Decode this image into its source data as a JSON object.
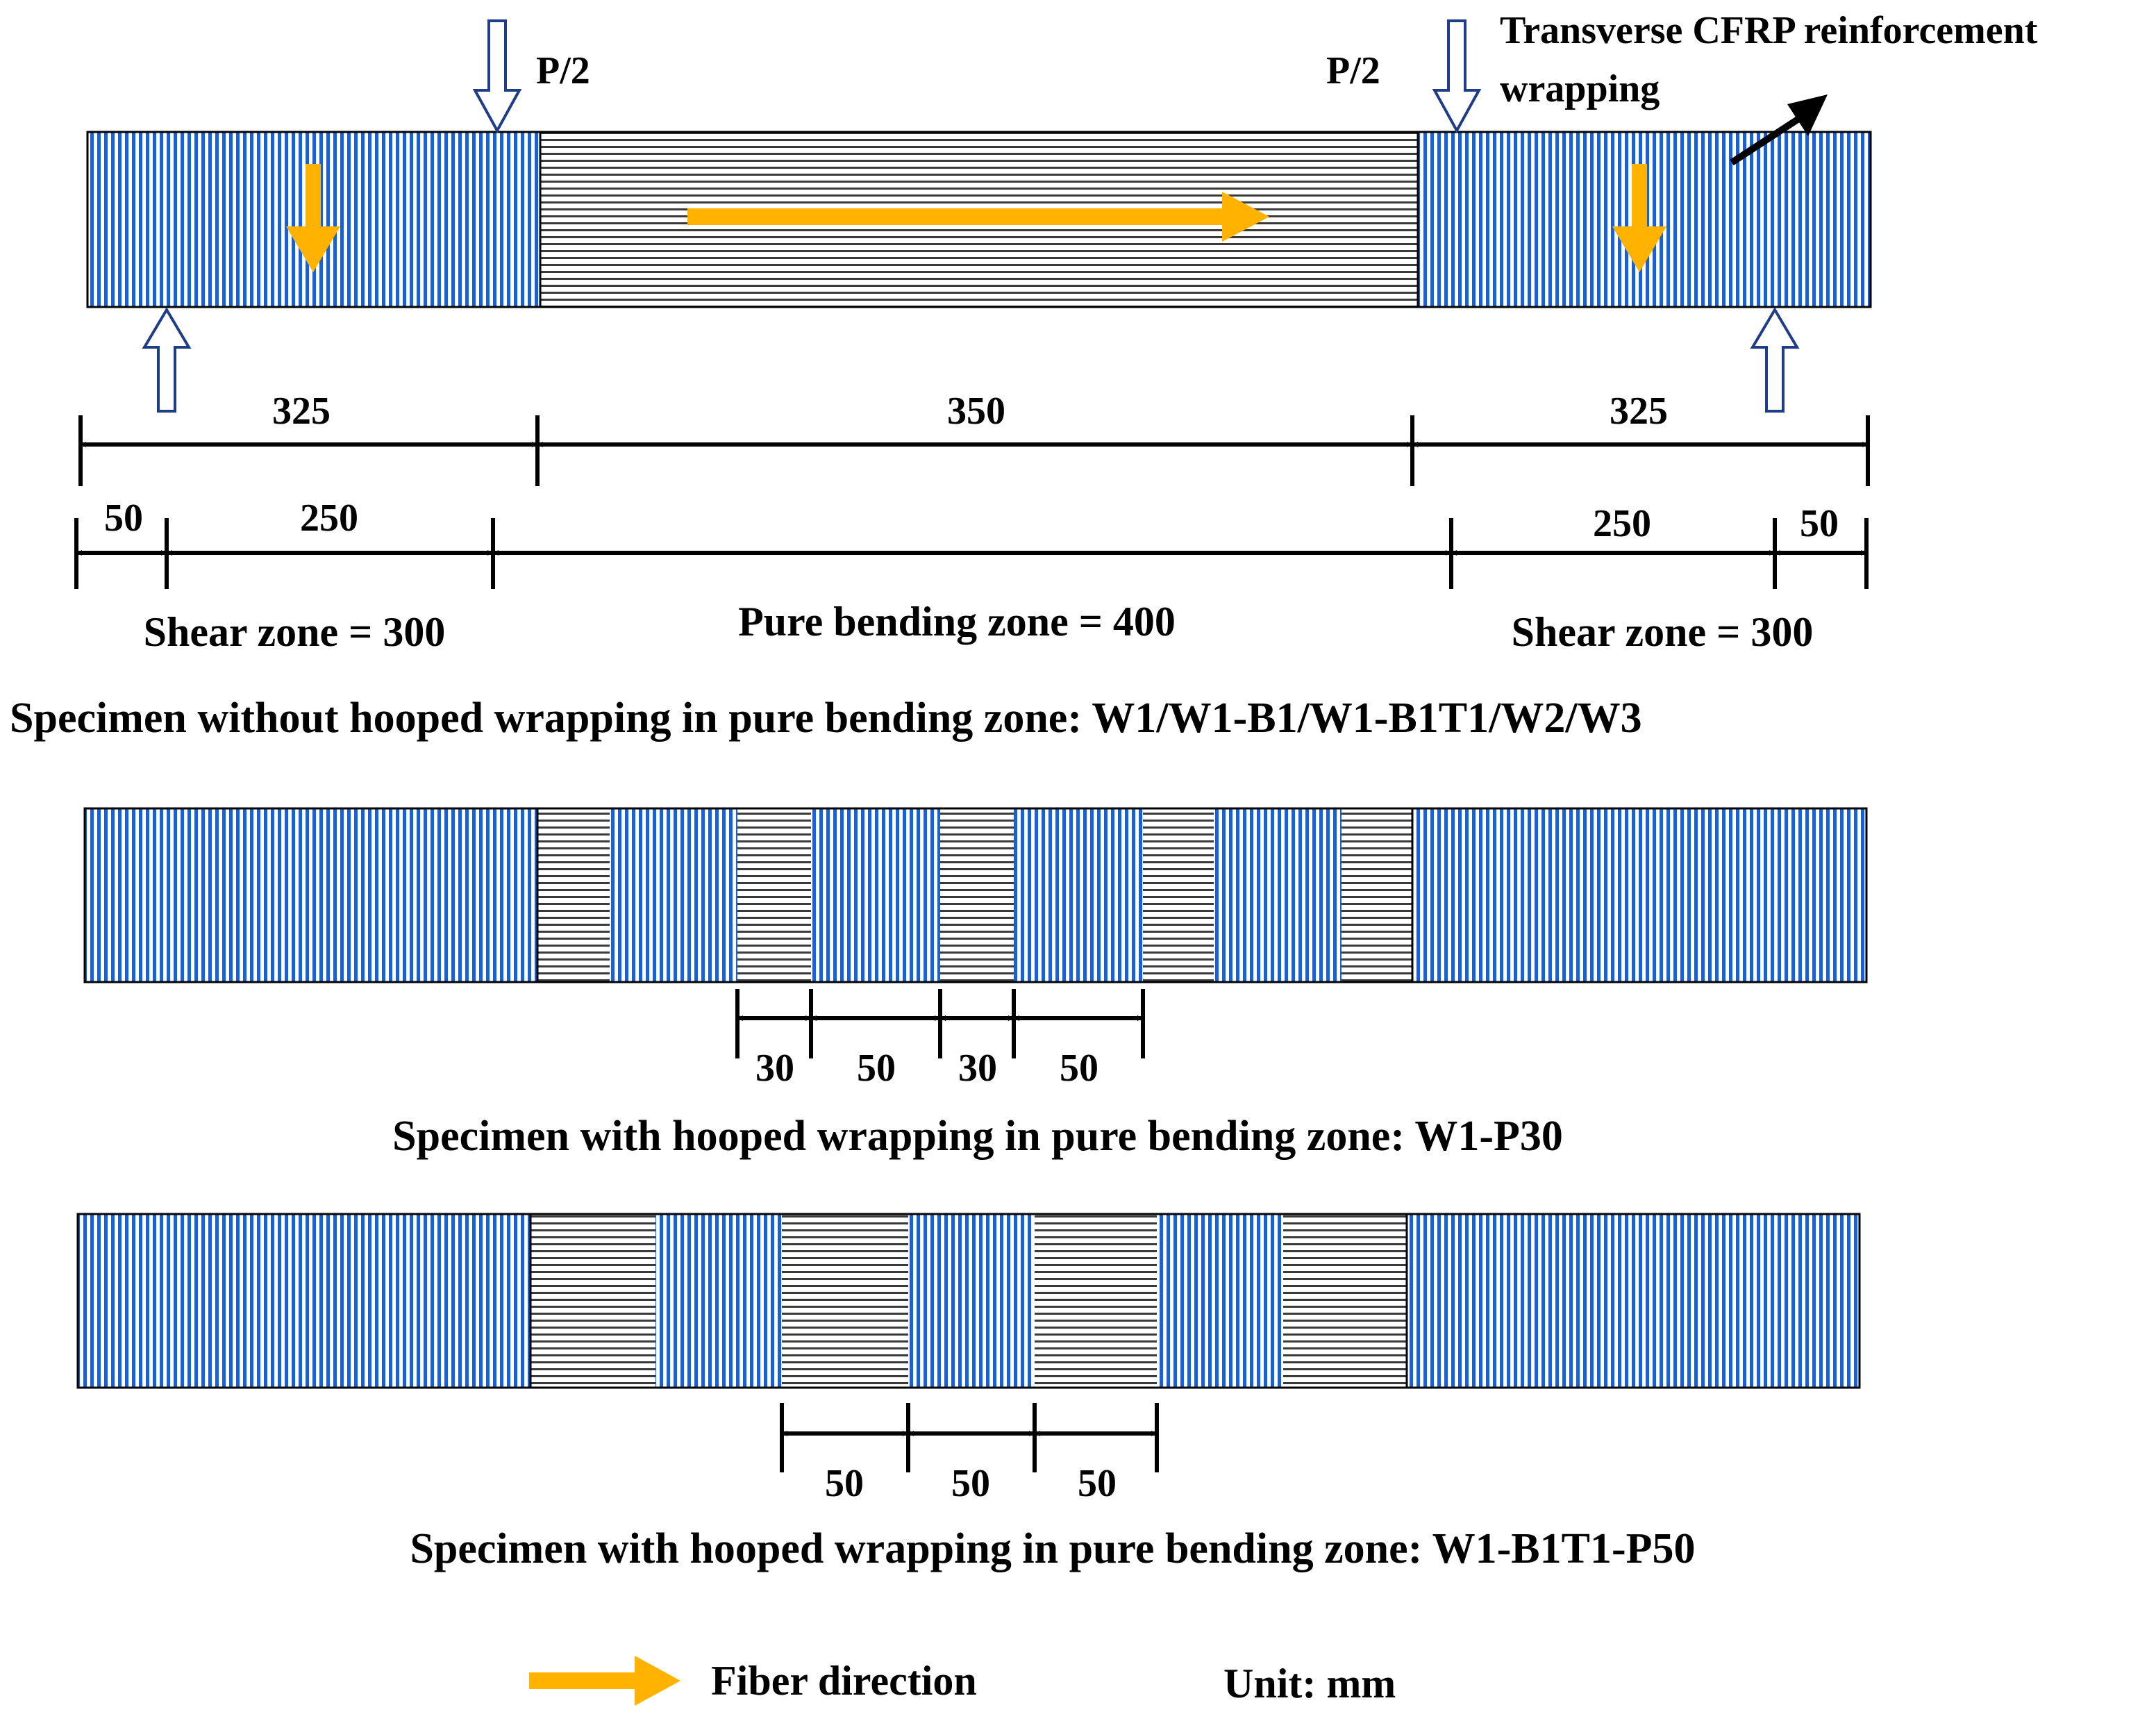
{
  "labels": {
    "load_left": "P/2",
    "load_right": "P/2",
    "cfrp_line1": "Transverse CFRP reinforcement",
    "cfrp_line2": "wrapping",
    "dim_325_left": "325",
    "dim_350": "350",
    "dim_325_right": "325",
    "dim_50_left": "50",
    "dim_250_left": "250",
    "dim_250_right": "250",
    "dim_50_right": "50",
    "shear_zone_left": "Shear zone = 300",
    "pure_bending_zone": "Pure bending zone = 400",
    "shear_zone_right": "Shear zone = 300",
    "caption_1": "Specimen without hooped wrapping in pure bending zone: W1/W1-B1/W1-B1T1/W2/W3",
    "caption_2": "Specimen with hooped wrapping in pure bending zone: W1-P30",
    "caption_3": "Specimen with hooped wrapping in pure bending zone: W1-B1T1-P50",
    "legend_fiber": "Fiber direction",
    "unit": "Unit: mm"
  },
  "p30_dims": [
    "30",
    "50",
    "30",
    "50"
  ],
  "p50_dims": [
    "50",
    "50",
    "50"
  ],
  "colors": {
    "transverse_wrap": "#1F5FC8",
    "longitudinal_fiber": "#3A3A3A",
    "fiber_arrow": "#FFB300",
    "line": "#000000"
  },
  "icons": {
    "load_arrow": "hollow-down-arrow-icon",
    "support_arrow": "hollow-up-arrow-icon",
    "fiber_arrow": "yellow-arrow-icon",
    "pointer_arrow": "black-pointer-arrow-icon"
  }
}
